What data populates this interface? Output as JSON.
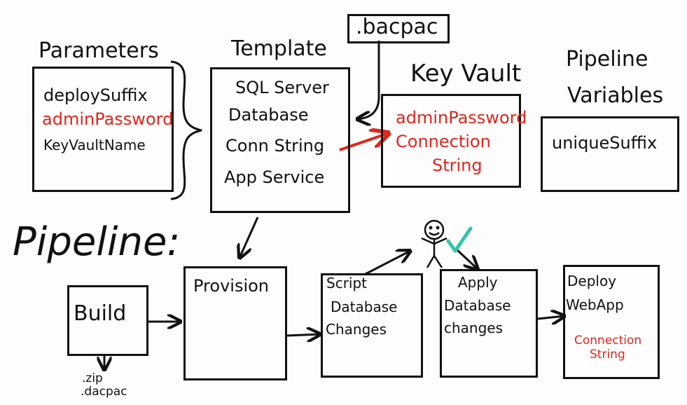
{
  "parameters": {
    "title": "Parameters",
    "items": [
      "deploySuffix",
      "adminPassword",
      "KeyVaultName"
    ]
  },
  "template": {
    "title": "Template",
    "items": [
      "SQL Server",
      "Database",
      "Conn String",
      "App Service"
    ]
  },
  "bacpac": {
    "label": ".bacpac"
  },
  "keyvault": {
    "title": "Key Vault",
    "items": [
      "adminPassword",
      "Connection",
      "String"
    ]
  },
  "pipeline_variables": {
    "title_line1": "Pipeline",
    "title_line2": "Variables",
    "items": [
      "uniqueSuffix"
    ]
  },
  "pipeline": {
    "title": "Pipeline:",
    "stages": {
      "build": "Build",
      "provision": "Provision",
      "script": [
        "Script",
        "Database",
        "Changes"
      ],
      "apply": [
        "Apply",
        "Database",
        "changes"
      ],
      "deploy": [
        "Deploy",
        "WebApp"
      ],
      "deploy_note": [
        "Connection",
        "String"
      ]
    },
    "build_outputs": [
      ".zip",
      ".dacpac"
    ]
  },
  "colors": {
    "ink": "#111111",
    "accent_red": "#e0261d",
    "check_teal": "#2fc7a6"
  },
  "icons": [
    "stick-figure-icon",
    "checkmark-icon"
  ]
}
